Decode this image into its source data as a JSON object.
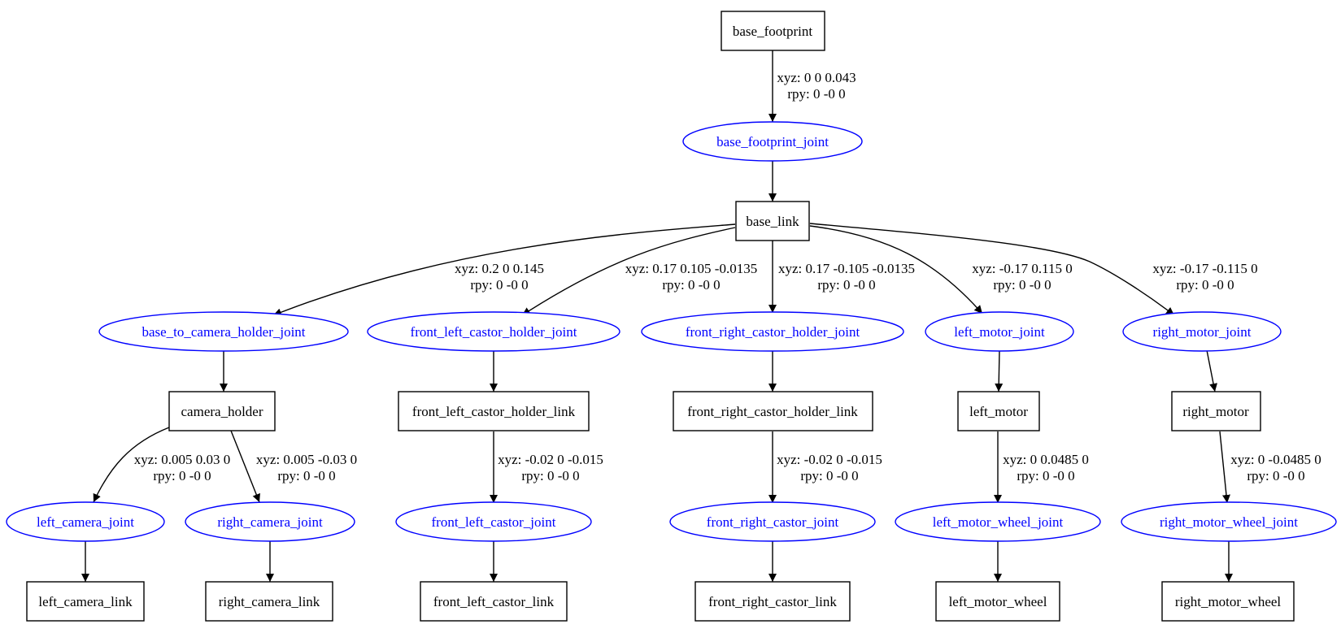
{
  "colors": {
    "link_stroke": "#000000",
    "link_text": "#000000",
    "joint_stroke": "#0000ff",
    "joint_text": "#0000ff",
    "edge": "#000000",
    "background": "#ffffff"
  },
  "links": {
    "base_footprint": "base_footprint",
    "base_link": "base_link",
    "camera_holder": "camera_holder",
    "front_left_castor_holder_link": "front_left_castor_holder_link",
    "front_right_castor_holder_link": "front_right_castor_holder_link",
    "left_motor": "left_motor",
    "right_motor": "right_motor",
    "left_camera_link": "left_camera_link",
    "right_camera_link": "right_camera_link",
    "front_left_castor_link": "front_left_castor_link",
    "front_right_castor_link": "front_right_castor_link",
    "left_motor_wheel": "left_motor_wheel",
    "right_motor_wheel": "right_motor_wheel"
  },
  "joints": {
    "base_footprint_joint": "base_footprint_joint",
    "base_to_camera_holder_joint": "base_to_camera_holder_joint",
    "front_left_castor_holder_joint": "front_left_castor_holder_joint",
    "front_right_castor_holder_joint": "front_right_castor_holder_joint",
    "left_motor_joint": "left_motor_joint",
    "right_motor_joint": "right_motor_joint",
    "left_camera_joint": "left_camera_joint",
    "right_camera_joint": "right_camera_joint",
    "front_left_castor_joint": "front_left_castor_joint",
    "front_right_castor_joint": "front_right_castor_joint",
    "left_motor_wheel_joint": "left_motor_wheel_joint",
    "right_motor_wheel_joint": "right_motor_wheel_joint"
  },
  "edge_labels": {
    "base_footprint_joint": {
      "xyz": "xyz: 0 0 0.043",
      "rpy": "rpy: 0 -0 0"
    },
    "base_to_camera_holder_joint": {
      "xyz": "xyz: 0.2 0 0.145",
      "rpy": "rpy: 0 -0 0"
    },
    "front_left_castor_holder_joint": {
      "xyz": "xyz: 0.17 0.105 -0.0135",
      "rpy": "rpy: 0 -0 0"
    },
    "front_right_castor_holder_joint": {
      "xyz": "xyz: 0.17 -0.105 -0.0135",
      "rpy": "rpy: 0 -0 0"
    },
    "left_motor_joint": {
      "xyz": "xyz: -0.17 0.115 0",
      "rpy": "rpy: 0 -0 0"
    },
    "right_motor_joint": {
      "xyz": "xyz: -0.17 -0.115 0",
      "rpy": "rpy: 0 -0 0"
    },
    "left_camera_joint": {
      "xyz": "xyz: 0.005 0.03 0",
      "rpy": "rpy: 0 -0 0"
    },
    "right_camera_joint": {
      "xyz": "xyz: 0.005 -0.03 0",
      "rpy": "rpy: 0 -0 0"
    },
    "front_left_castor_joint": {
      "xyz": "xyz: -0.02 0 -0.015",
      "rpy": "rpy: 0 -0 0"
    },
    "front_right_castor_joint": {
      "xyz": "xyz: -0.02 0 -0.015",
      "rpy": "rpy: 0 -0 0"
    },
    "left_motor_wheel_joint": {
      "xyz": "xyz: 0 0.0485 0",
      "rpy": "rpy: 0 -0 0"
    },
    "right_motor_wheel_joint": {
      "xyz": "xyz: 0 -0.0485 0",
      "rpy": "rpy: 0 -0 0"
    }
  }
}
